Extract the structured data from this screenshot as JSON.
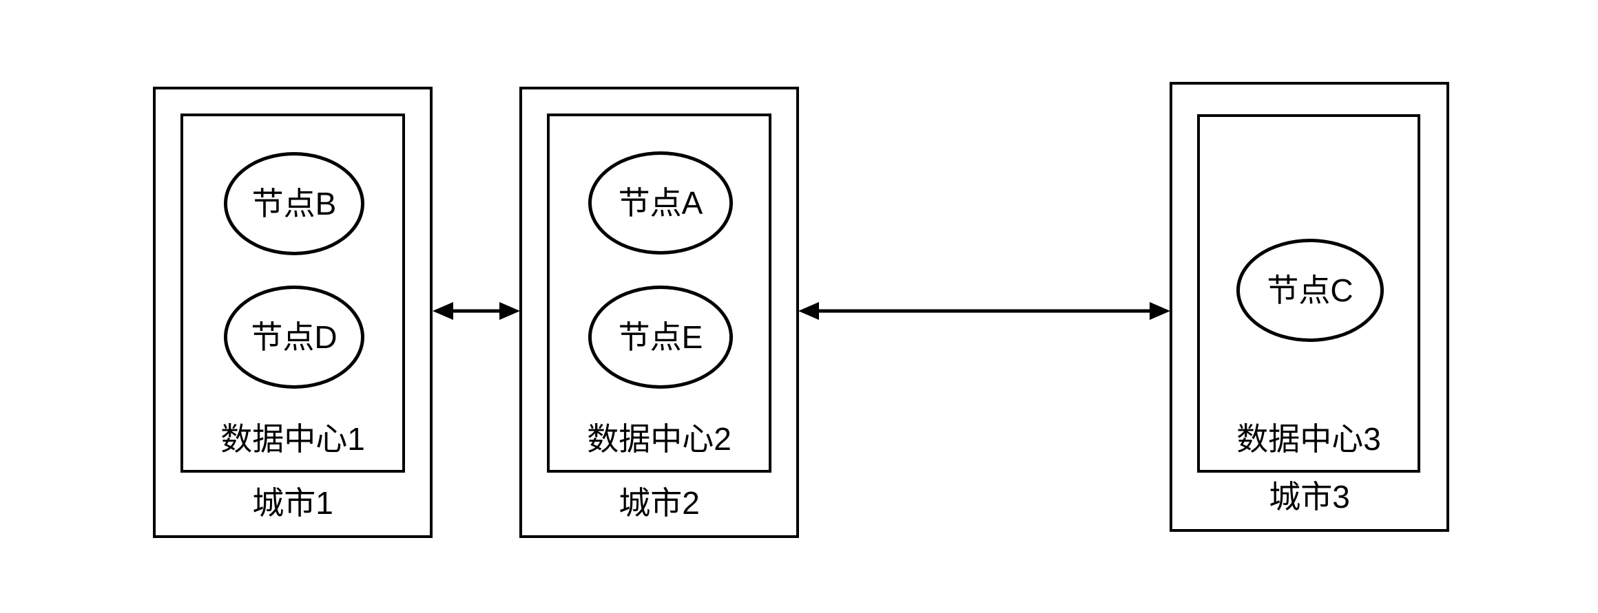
{
  "diagram": {
    "type": "network-topology",
    "background_color": "#ffffff",
    "stroke_color": "#000000",
    "cities": [
      {
        "name": "城市1",
        "datacenter": "数据中心1",
        "nodes": [
          "节点B",
          "节点D"
        ]
      },
      {
        "name": "城市2",
        "datacenter": "数据中心2",
        "nodes": [
          "节点A",
          "节点E"
        ]
      },
      {
        "name": "城市3",
        "datacenter": "数据中心3",
        "nodes": [
          "节点C"
        ]
      }
    ],
    "connections": [
      {
        "from": "城市1",
        "to": "城市2",
        "style": "double-headed-arrow"
      },
      {
        "from": "城市2",
        "to": "城市3",
        "style": "double-headed-arrow"
      }
    ]
  }
}
